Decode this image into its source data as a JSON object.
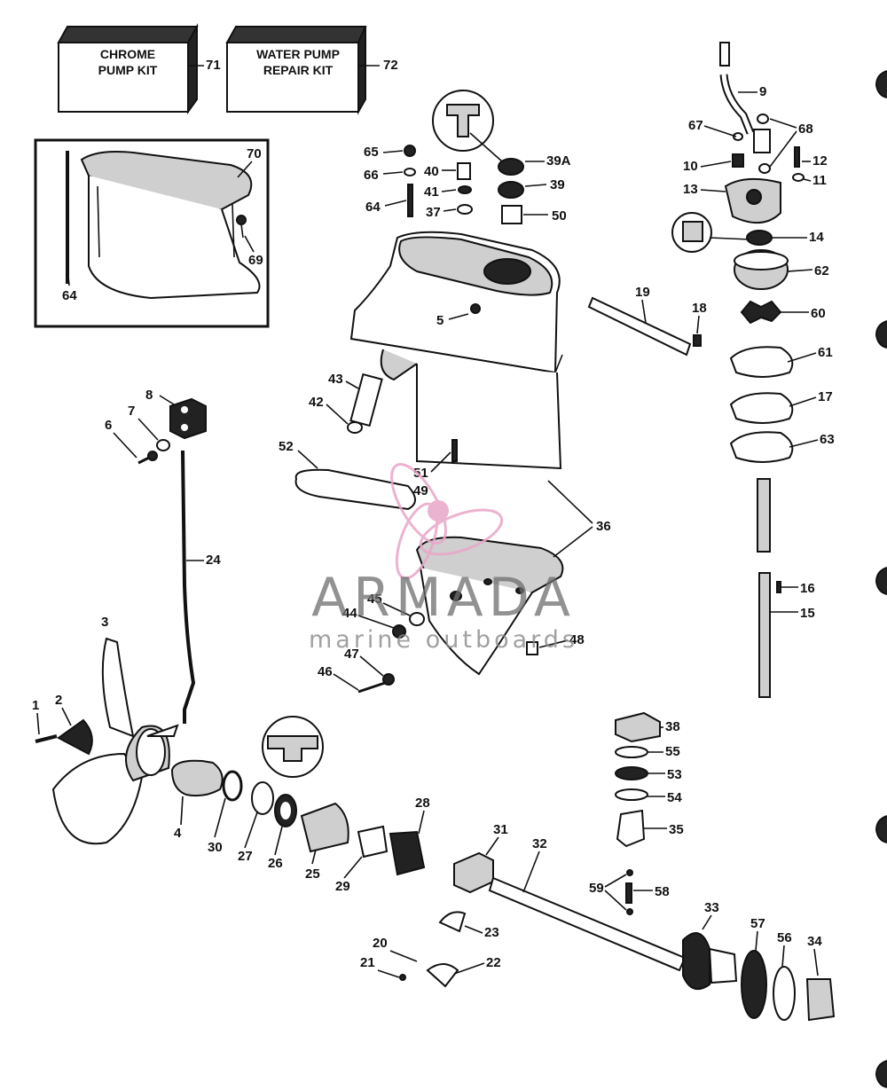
{
  "kits": [
    {
      "label_line1": "CHROME",
      "label_line2": "PUMP KIT",
      "number": "71"
    },
    {
      "label_line1": "WATER PUMP",
      "label_line2": "REPAIR KIT",
      "number": "72"
    }
  ],
  "watermark": {
    "brand": "ARMADA",
    "tagline": "marine outboards",
    "accent_color": "#e9a6c8"
  },
  "callouts": {
    "c1": "1",
    "c2": "2",
    "c3": "3",
    "c4": "4",
    "c5": "5",
    "c6": "6",
    "c7": "7",
    "c8": "8",
    "c9": "9",
    "c10": "10",
    "c11": "11",
    "c12": "12",
    "c13": "13",
    "c14": "14",
    "c15": "15",
    "c16": "16",
    "c17": "17",
    "c18": "18",
    "c19": "19",
    "c20": "20",
    "c21": "21",
    "c22": "22",
    "c23": "23",
    "c24": "24",
    "c25": "25",
    "c26": "26",
    "c27": "27",
    "c28": "28",
    "c29": "29",
    "c30": "30",
    "c31": "31",
    "c32": "32",
    "c33": "33",
    "c34": "34",
    "c35": "35",
    "c36": "36",
    "c37": "37",
    "c38": "38",
    "c39": "39",
    "c39a": "39A",
    "c40": "40",
    "c41": "41",
    "c42": "42",
    "c43": "43",
    "c44": "44",
    "c45": "45",
    "c46": "46",
    "c47": "47",
    "c48": "48",
    "c49": "49",
    "c50": "50",
    "c51": "51",
    "c52": "52",
    "c53": "53",
    "c54": "54",
    "c55": "55",
    "c56": "56",
    "c57": "57",
    "c58": "58",
    "c59": "59",
    "c60": "60",
    "c61": "61",
    "c62": "62",
    "c63": "63",
    "c64a": "64",
    "c64b": "64",
    "c65": "65",
    "c66": "66",
    "c67": "67",
    "c68": "68",
    "c69": "69",
    "c70": "70"
  }
}
